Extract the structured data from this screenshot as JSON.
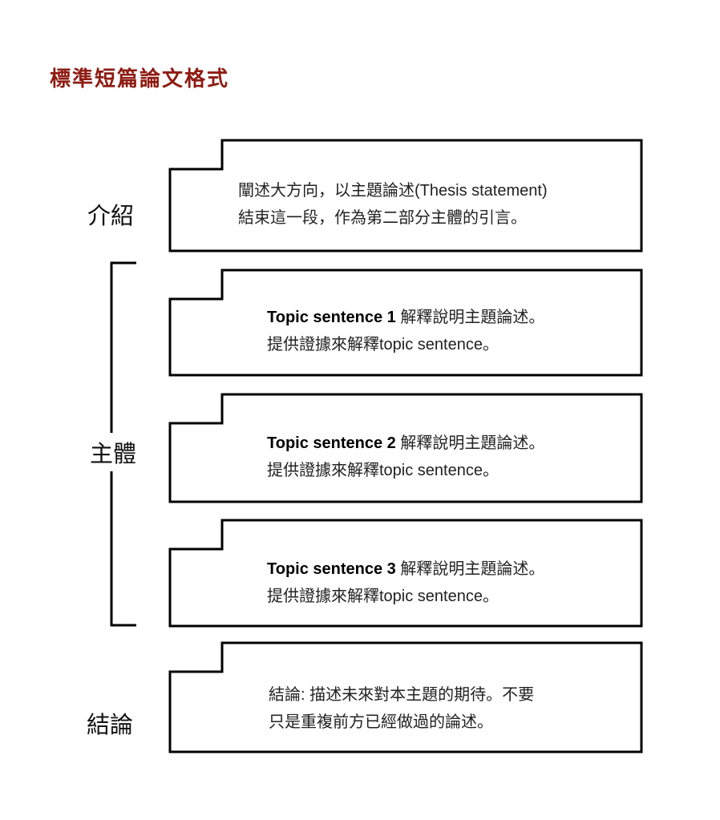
{
  "page": {
    "title": "標準短篇論文格式"
  },
  "labels": {
    "intro": "介紹",
    "body": "主體",
    "conclusion": "結論"
  },
  "boxes": [
    {
      "bold": "",
      "line1": "闡述大方向，以主題論述(Thesis statement)",
      "line2": "結束這一段，作為第二部分主體的引言。"
    },
    {
      "bold": "Topic sentence 1 ",
      "line1": "解釋說明主題論述。",
      "line2": "提供證據來解釋topic sentence。"
    },
    {
      "bold": "Topic sentence 2 ",
      "line1": "解釋說明主題論述。",
      "line2": "提供證據來解釋topic sentence。"
    },
    {
      "bold": "Topic sentence 3 ",
      "line1": "解釋說明主題論述。",
      "line2": "提供證據來解釋topic sentence。"
    },
    {
      "bold": "",
      "line1": "結論: 描述未來對本主題的期待。不要",
      "line2": "只是重複前方已經做過的論述。"
    }
  ],
  "colors": {
    "title": "#8e1c13",
    "border": "#000000",
    "text": "#222222"
  }
}
